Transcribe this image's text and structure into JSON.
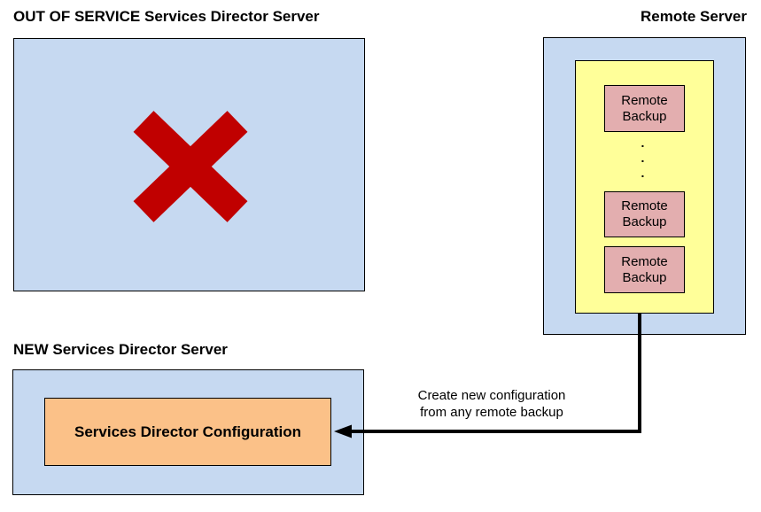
{
  "out_of_service_server": {
    "title": "OUT OF SERVICE Services Director Server",
    "status_icon": "red-cross-icon"
  },
  "remote_server": {
    "title": "Remote Server",
    "backups": [
      "Remote Backup",
      "Remote Backup",
      "Remote Backup"
    ],
    "ellipsis": [
      ".",
      ".",
      "."
    ]
  },
  "new_server": {
    "title": "NEW Services Director Server",
    "config_label": "Services Director Configuration"
  },
  "arrow": {
    "label_line1": "Create new configuration",
    "label_line2": "from any remote backup"
  },
  "colors": {
    "server_fill": "#C6D9F1",
    "backup_store_fill": "#FFFF99",
    "backup_fill": "#E3AEAF",
    "config_fill": "#FBC188",
    "cross_red": "#C00000",
    "border": "#000000",
    "arrow": "#000000"
  }
}
